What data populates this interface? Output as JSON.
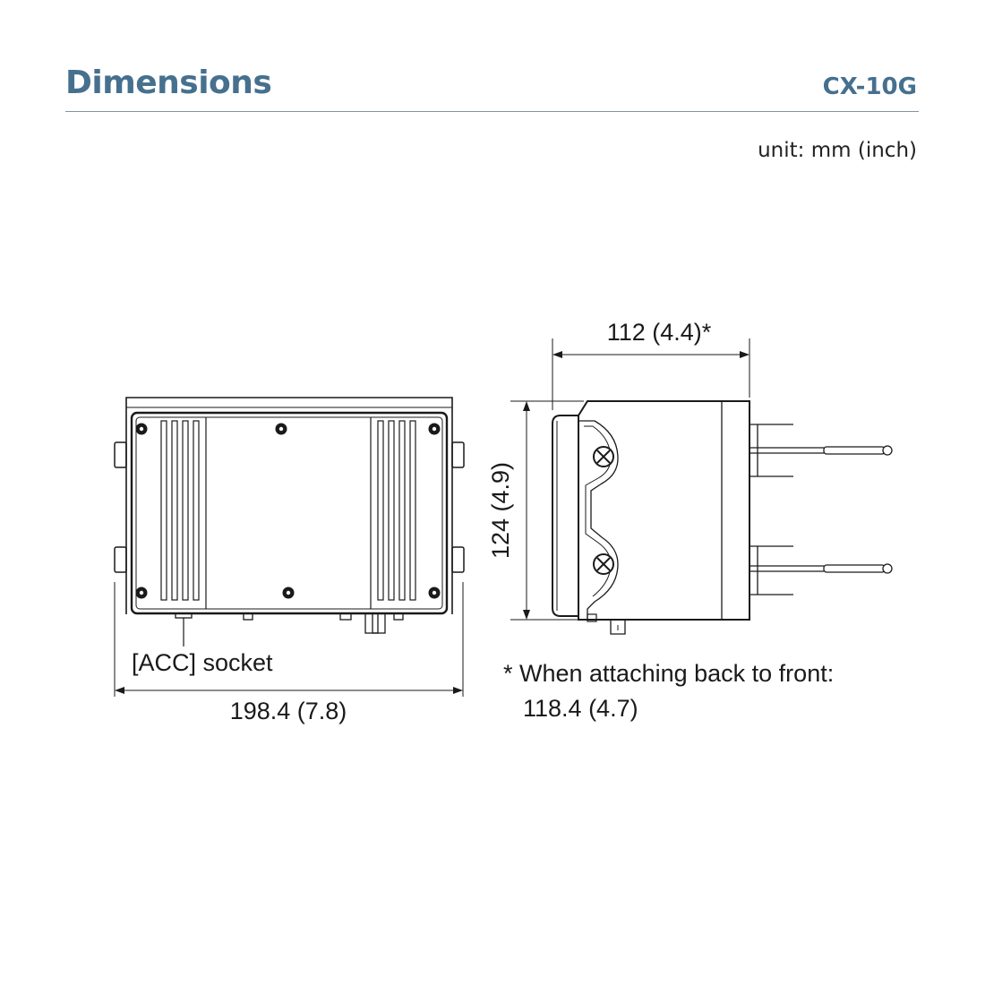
{
  "header": {
    "title": "Dimensions",
    "model": "CX-10G"
  },
  "unit_label": "unit: mm (inch)",
  "front_view": {
    "acc_socket_label": "[ACC] socket",
    "width_label": "198.4 (7.8)"
  },
  "side_view": {
    "depth_label": "112 (4.4)*",
    "height_label": "124 (4.9)"
  },
  "footnote": {
    "line1": "* When attaching back to front:",
    "line2": "118.4 (4.7)"
  }
}
